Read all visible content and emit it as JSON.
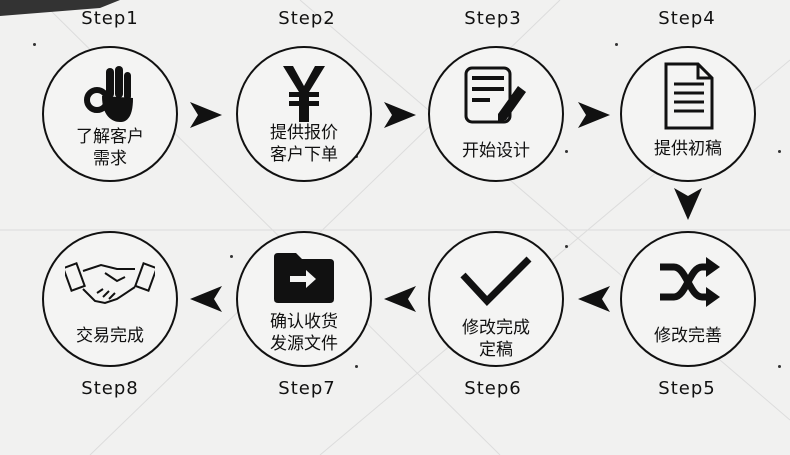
{
  "steps": [
    {
      "label": "Step1",
      "text": "了解客户\n需求",
      "icon": "ok-hand-icon"
    },
    {
      "label": "Step2",
      "text": "提供报价\n客户下单",
      "icon": "yen-icon"
    },
    {
      "label": "Step3",
      "text": "开始设计",
      "icon": "design-pen-icon"
    },
    {
      "label": "Step4",
      "text": "提供初稿",
      "icon": "document-icon"
    },
    {
      "label": "Step5",
      "text": "修改完善",
      "icon": "shuffle-icon"
    },
    {
      "label": "Step6",
      "text": "修改完成\n定稿",
      "icon": "checkmark-icon"
    },
    {
      "label": "Step7",
      "text": "确认收货\n发源文件",
      "icon": "folder-arrow-icon"
    },
    {
      "label": "Step8",
      "text": "交易完成",
      "icon": "handshake-icon"
    }
  ],
  "colors": {
    "ink": "#111111",
    "background": "#f1f1f0"
  }
}
